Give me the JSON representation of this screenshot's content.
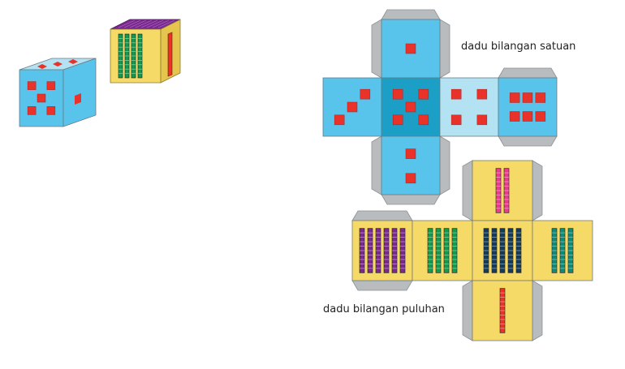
{
  "captions": {
    "satuan": "dadu bilangan satuan",
    "puluhan": "dadu bilangan puluhan"
  },
  "colors": {
    "cube_blue": "#58c4ec",
    "cube_blue_dark": "#1c9fc6",
    "cube_blue_light": "#b3e2f3",
    "cube_yellow": "#f6da67",
    "flap_gray": "#b9bcbe",
    "red": "#e8322a",
    "pink": "#ea3c8f",
    "purple": "#7a2a8f",
    "green": "#139a4c",
    "navy": "#153b5c",
    "teal": "#0f8a78"
  },
  "satuan_net": {
    "faces": [
      {
        "name": "top",
        "value": 1
      },
      {
        "name": "left",
        "value": 3
      },
      {
        "name": "center",
        "value": 5
      },
      {
        "name": "right",
        "value": 4
      },
      {
        "name": "far-right",
        "value": 6
      },
      {
        "name": "bottom",
        "value": 2
      }
    ]
  },
  "puluhan_net": {
    "faces": [
      {
        "name": "top",
        "rods": 2,
        "color": "pink"
      },
      {
        "name": "left",
        "rods": 6,
        "color": "purple"
      },
      {
        "name": "center-left",
        "rods": 4,
        "color": "green"
      },
      {
        "name": "center",
        "rods": 5,
        "color": "navy"
      },
      {
        "name": "right",
        "rods": 3,
        "color": "teal"
      },
      {
        "name": "bottom",
        "rods": 1,
        "color": "red"
      }
    ]
  }
}
